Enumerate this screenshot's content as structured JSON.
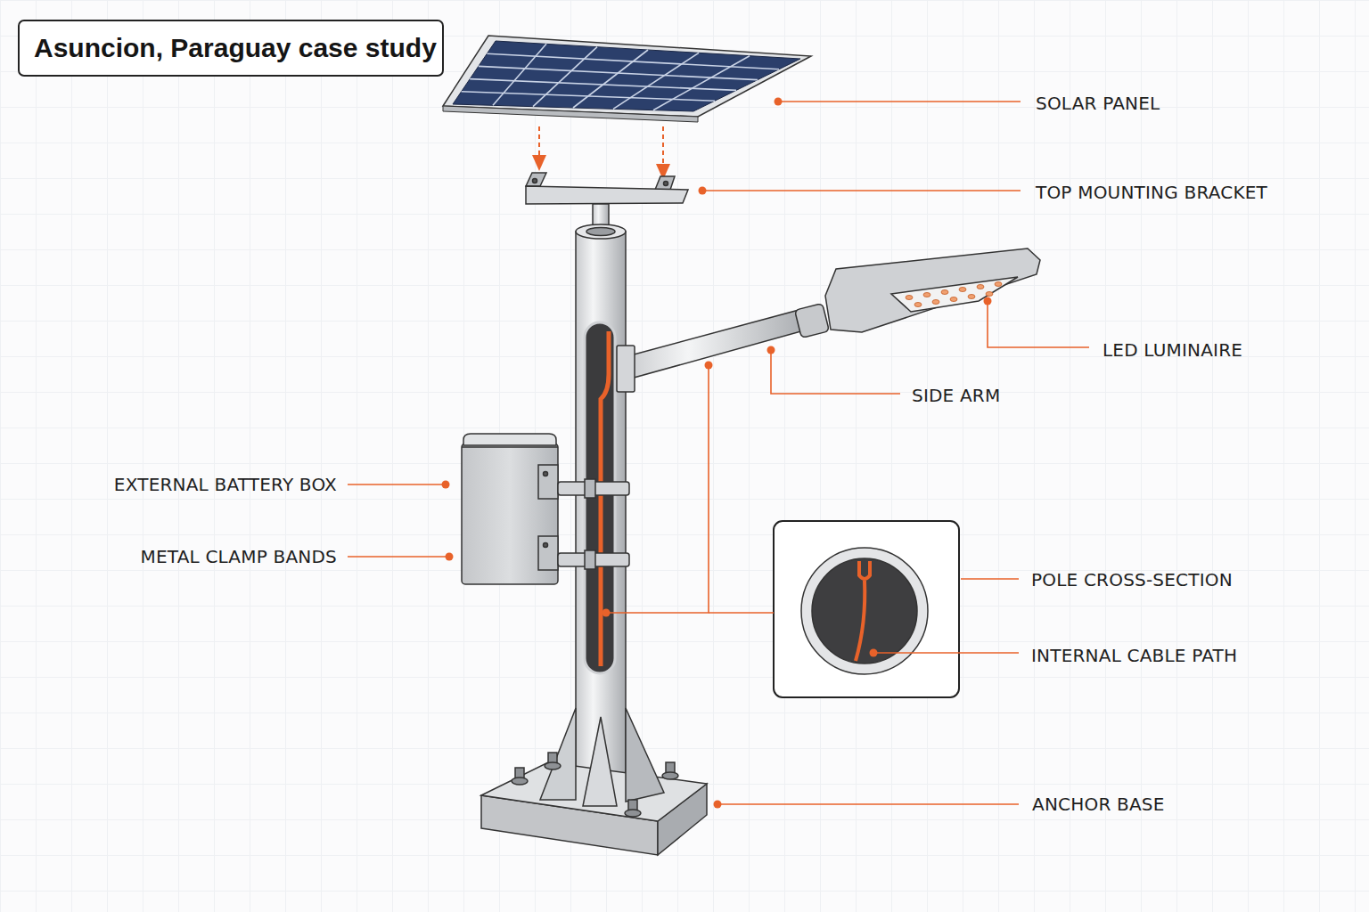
{
  "diagram": {
    "title": "Asuncion, Paraguay case study",
    "labels": [
      "SOLAR PANEL",
      "TOP MOUNTING BRACKET",
      "LED LUMINAIRE",
      "SIDE ARM",
      "EXTERNAL BATTERY BOX",
      "METAL CLAMP BANDS",
      "POLE CROSS-SECTION",
      "INTERNAL CABLE PATH",
      "ANCHOR BASE"
    ]
  }
}
